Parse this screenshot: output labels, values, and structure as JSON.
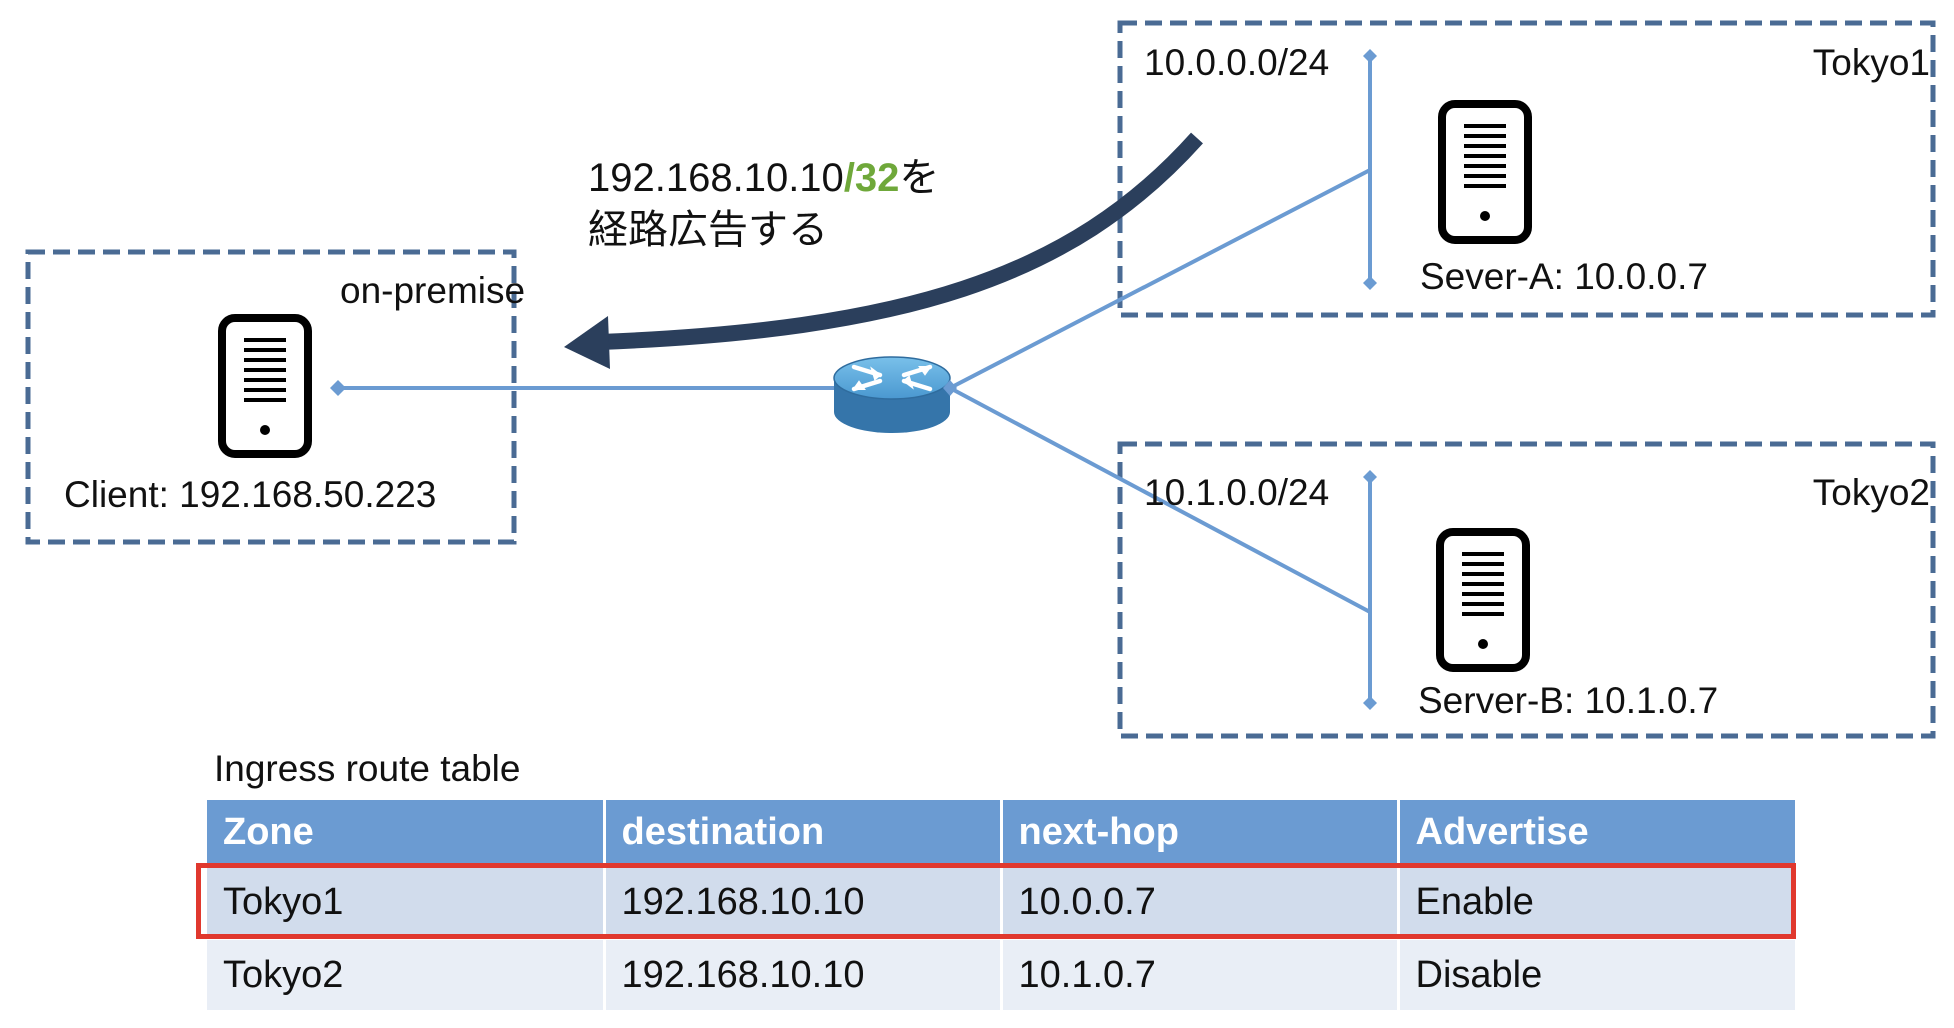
{
  "zones": {
    "onprem": {
      "label": "on-premise",
      "client_label": "Client: 192.168.50.223"
    },
    "tokyo1": {
      "label": "Tokyo1",
      "subnet": "10.0.0.0/24",
      "server_label": "Sever-A: 10.0.0.7"
    },
    "tokyo2": {
      "label": "Tokyo2",
      "subnet": "10.1.0.0/24",
      "server_label": "Server-B: 10.1.0.7"
    }
  },
  "advertisement": {
    "ip": "192.168.10.10",
    "prefix": "/32",
    "suffix": "を",
    "line2": "経路広告する"
  },
  "route_table": {
    "title": "Ingress route table",
    "headers": [
      "Zone",
      "destination",
      "next-hop",
      "Advertise"
    ],
    "rows": [
      [
        "Tokyo1",
        "192.168.10.10",
        "10.0.0.7",
        "Enable"
      ],
      [
        "Tokyo2",
        "192.168.10.10",
        "10.1.0.7",
        "Disable"
      ]
    ],
    "highlighted_row": 0
  },
  "colors": {
    "zone_border": "#4a6b94",
    "link": "#6b9bd2",
    "arrow": "#2b3f5c",
    "router_top": "#5aa9dd",
    "router_side": "#3575aa",
    "highlight": "#e0382e",
    "accent_green": "#6fa83a"
  },
  "icons": {
    "server": "server-icon",
    "router": "router-icon"
  }
}
